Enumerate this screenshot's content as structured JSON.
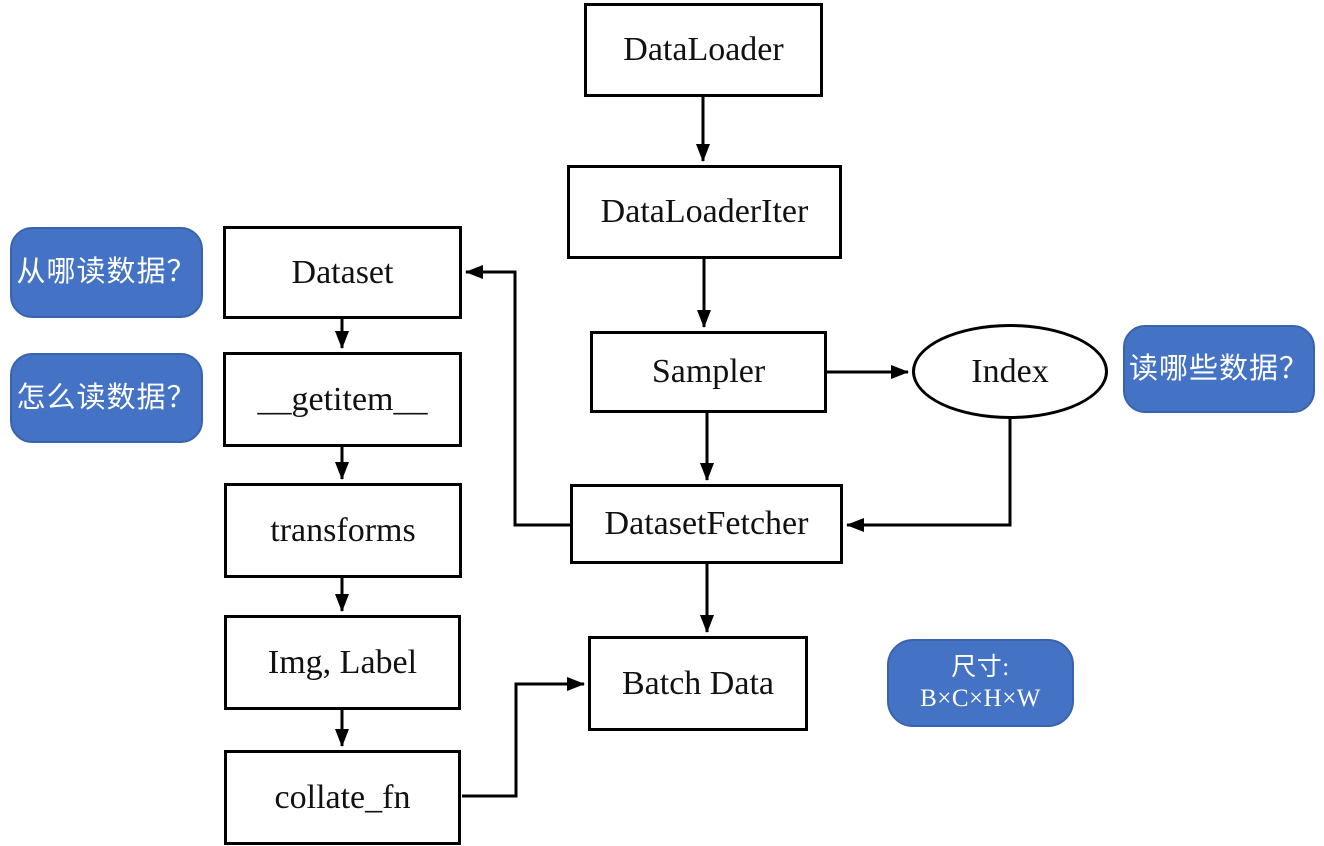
{
  "diagram": {
    "title_hint": "PyTorch DataLoader data loading flow",
    "nodes": {
      "dataloader": "DataLoader",
      "dataloaderiter": "DataLoaderIter",
      "sampler": "Sampler",
      "index": "Index",
      "datasetfetcher": "DatasetFetcher",
      "batch_data": "Batch Data",
      "dataset": "Dataset",
      "getitem": "__getitem__",
      "transforms": "transforms",
      "img_label": "Img, Label",
      "collate_fn": "collate_fn"
    },
    "callouts": {
      "where": "从哪读数据？",
      "how": "怎么读数据？",
      "which": "读哪些数据？",
      "size_title": "尺寸:",
      "size_value": "B×C×H×W"
    },
    "edges": [
      {
        "from": "DataLoader",
        "to": "DataLoaderIter"
      },
      {
        "from": "DataLoaderIter",
        "to": "Sampler"
      },
      {
        "from": "Sampler",
        "to": "Index"
      },
      {
        "from": "Sampler",
        "to": "DatasetFetcher"
      },
      {
        "from": "Index",
        "to": "DatasetFetcher"
      },
      {
        "from": "DatasetFetcher",
        "to": "Dataset"
      },
      {
        "from": "DatasetFetcher",
        "to": "Batch Data"
      },
      {
        "from": "Dataset",
        "to": "__getitem__"
      },
      {
        "from": "__getitem__",
        "to": "transforms"
      },
      {
        "from": "transforms",
        "to": "Img, Label"
      },
      {
        "from": "Img, Label",
        "to": "collate_fn"
      },
      {
        "from": "collate_fn",
        "to": "Batch Data"
      }
    ],
    "colors": {
      "callout_bg": "#4472C4",
      "callout_text": "#FFFFFF",
      "node_bg": "#FFFFFF",
      "node_border": "#000000",
      "connector": "#000000"
    }
  }
}
